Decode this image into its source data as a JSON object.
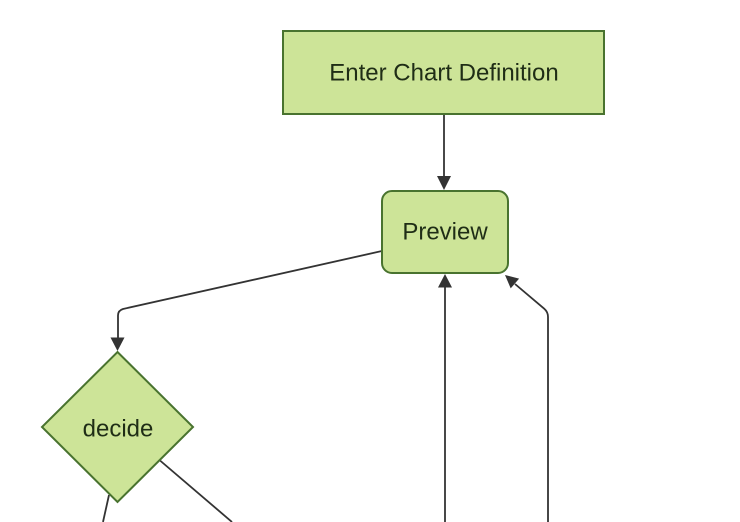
{
  "diagram": {
    "type": "flowchart",
    "direction": "top-down",
    "nodes": [
      {
        "id": "enter-chart-definition",
        "label": "Enter Chart Definition",
        "shape": "rectangle"
      },
      {
        "id": "preview",
        "label": "Preview",
        "shape": "rounded-rectangle"
      },
      {
        "id": "decide",
        "label": "decide",
        "shape": "diamond"
      }
    ],
    "edges": [
      {
        "from": "enter-chart-definition",
        "to": "preview",
        "arrow": true
      },
      {
        "from": "preview",
        "to": "decide",
        "arrow": true
      },
      {
        "from": "offscreen-bottom-center",
        "to": "preview",
        "arrow": true
      },
      {
        "from": "offscreen-bottom-right",
        "to": "preview",
        "arrow": true
      },
      {
        "from": "decide",
        "to": "offscreen-bottom-left",
        "arrow": false
      },
      {
        "from": "decide",
        "to": "offscreen-bottom-right",
        "arrow": false
      }
    ],
    "colors": {
      "node_fill": "#cde498",
      "node_border": "#49732f",
      "edge": "#333333",
      "label": "#1f2d16",
      "background": "#ffffff"
    }
  }
}
